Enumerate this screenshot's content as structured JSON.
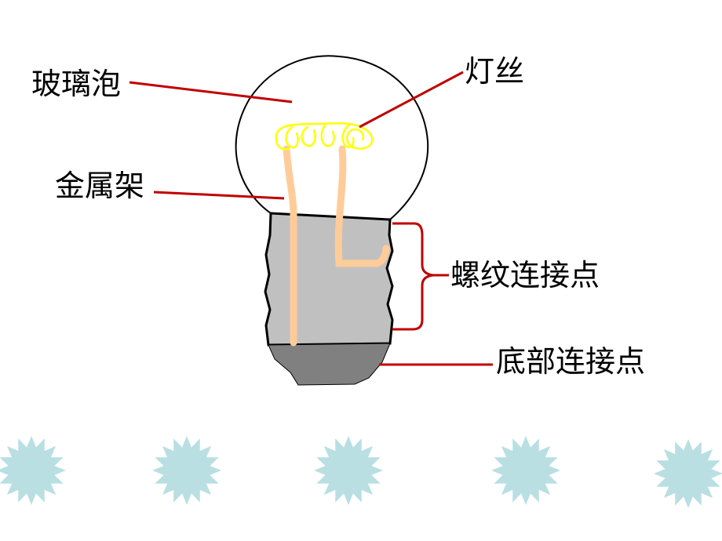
{
  "labels": {
    "glass_bulb": "玻璃泡",
    "filament": "灯丝",
    "metal_frame": "金属架",
    "screw_contact": "螺纹连接点",
    "base_contact": "底部连接点"
  },
  "colors": {
    "leader_line": "#c00000",
    "bulb_outline": "#000000",
    "filament": "#ffff00",
    "support_wire": "#ffcc99",
    "screw_base": "#c0c0c0",
    "bottom_contact": "#808080",
    "decor_star": "#b9dfe3"
  },
  "decorations": {
    "star_count": 5,
    "icon": "starburst-icon"
  }
}
